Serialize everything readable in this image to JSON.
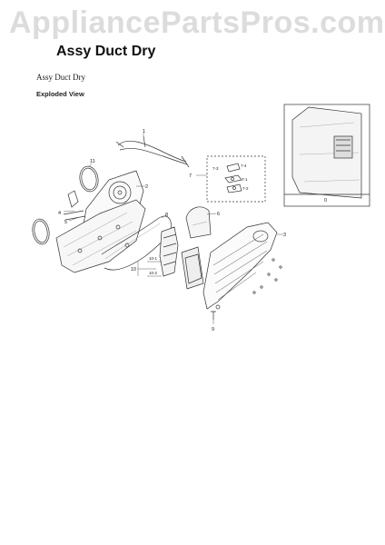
{
  "watermark": "AppliancePartsPros.com",
  "title": "Assy Duct Dry",
  "subtitle": "Assy Duct Dry",
  "view_label": "Exploded View",
  "callouts": {
    "c1": "1",
    "c2": "2",
    "c3": "3",
    "c4": "4",
    "c5": "5",
    "c6": "6",
    "c7": "7",
    "c7_1": "7-1",
    "c7_2": "7-2",
    "c7_3": "7-3",
    "c7_4": "7-4",
    "c8": "8",
    "c9": "9",
    "c10": "10",
    "c10_1": "10-1",
    "c10_2": "10-2",
    "c11": "11",
    "c0": "0"
  },
  "colors": {
    "line": "#333333",
    "watermark": "#dcdcdc",
    "background": "#ffffff"
  }
}
